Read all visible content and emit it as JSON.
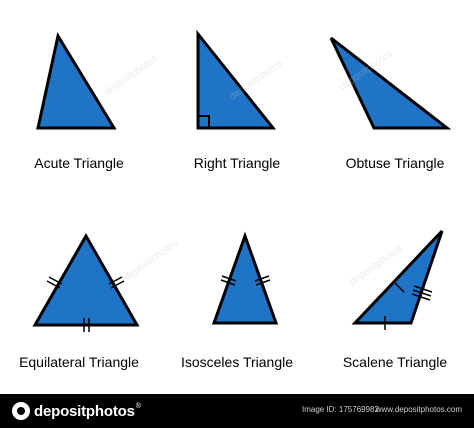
{
  "colors": {
    "fill": "#1f74c8",
    "stroke": "#000000",
    "footer_bg": "#000000"
  },
  "shapes": [
    {
      "name": "acute-triangle",
      "label": "Acute Triangle"
    },
    {
      "name": "right-triangle",
      "label": "Right Triangle"
    },
    {
      "name": "obtuse-triangle",
      "label": "Obtuse Triangle"
    },
    {
      "name": "equilateral-triangle",
      "label": "Equilateral Triangle"
    },
    {
      "name": "isosceles-triangle",
      "label": "Isosceles Triangle"
    },
    {
      "name": "scalene-triangle",
      "label": "Scalene Triangle"
    }
  ],
  "watermark": "depositphotos",
  "footer": {
    "logo_text": "depositphotos",
    "logo_reg": "®",
    "image_id": "Image ID: 175769982",
    "site": "www.depositphotos.com"
  }
}
